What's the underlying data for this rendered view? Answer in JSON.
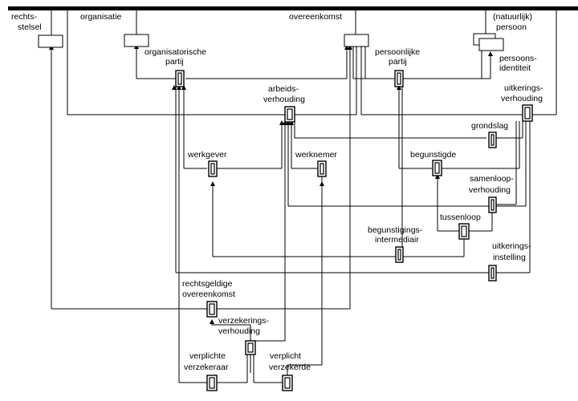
{
  "diagram": {
    "entities": {
      "rechtsstelsel": [
        "rechts-",
        "stelsel"
      ],
      "organisatie": [
        "organisatie"
      ],
      "overeenkomst": [
        "overeenkomst"
      ],
      "natuurlijk_persoon": [
        "(natuurlijk)",
        "persoon"
      ],
      "persoonsidentiteit": [
        "persoons-",
        "identiteit"
      ]
    },
    "relationships": {
      "organisatorische_partij": [
        "organisatorische",
        "partij"
      ],
      "persoonlijke_partij": [
        "persoonlijke",
        "partij"
      ],
      "arbeidsverhouding": [
        "arbeids-",
        "verhouding"
      ],
      "uitkeringsverhouding": [
        "uitkerings-",
        "verhouding"
      ],
      "grondslag": [
        "grondslag"
      ],
      "werkgever": [
        "werkgever"
      ],
      "werknemer": [
        "werknemer"
      ],
      "begunstigde": [
        "begunstigde"
      ],
      "samenloopverhouding": [
        "samenloop-",
        "verhouding"
      ],
      "tussenloop": [
        "tussenloop"
      ],
      "begunstigingsintermediair": [
        "begunstigings-",
        "intermediair"
      ],
      "uitkeringsinstelling": [
        "uitkerings-",
        "instelling"
      ],
      "rechtsgeldige_overeenkomst": [
        "rechtsgeldige",
        "overeenkomst"
      ],
      "verzekeringsverhouding": [
        "verzekerings-",
        "verhouding"
      ],
      "verplichte_verzekeraar": [
        "verplichte",
        "verzekeraar"
      ],
      "verplicht_verzekerde": [
        "verplicht",
        "verzekerde"
      ]
    }
  }
}
